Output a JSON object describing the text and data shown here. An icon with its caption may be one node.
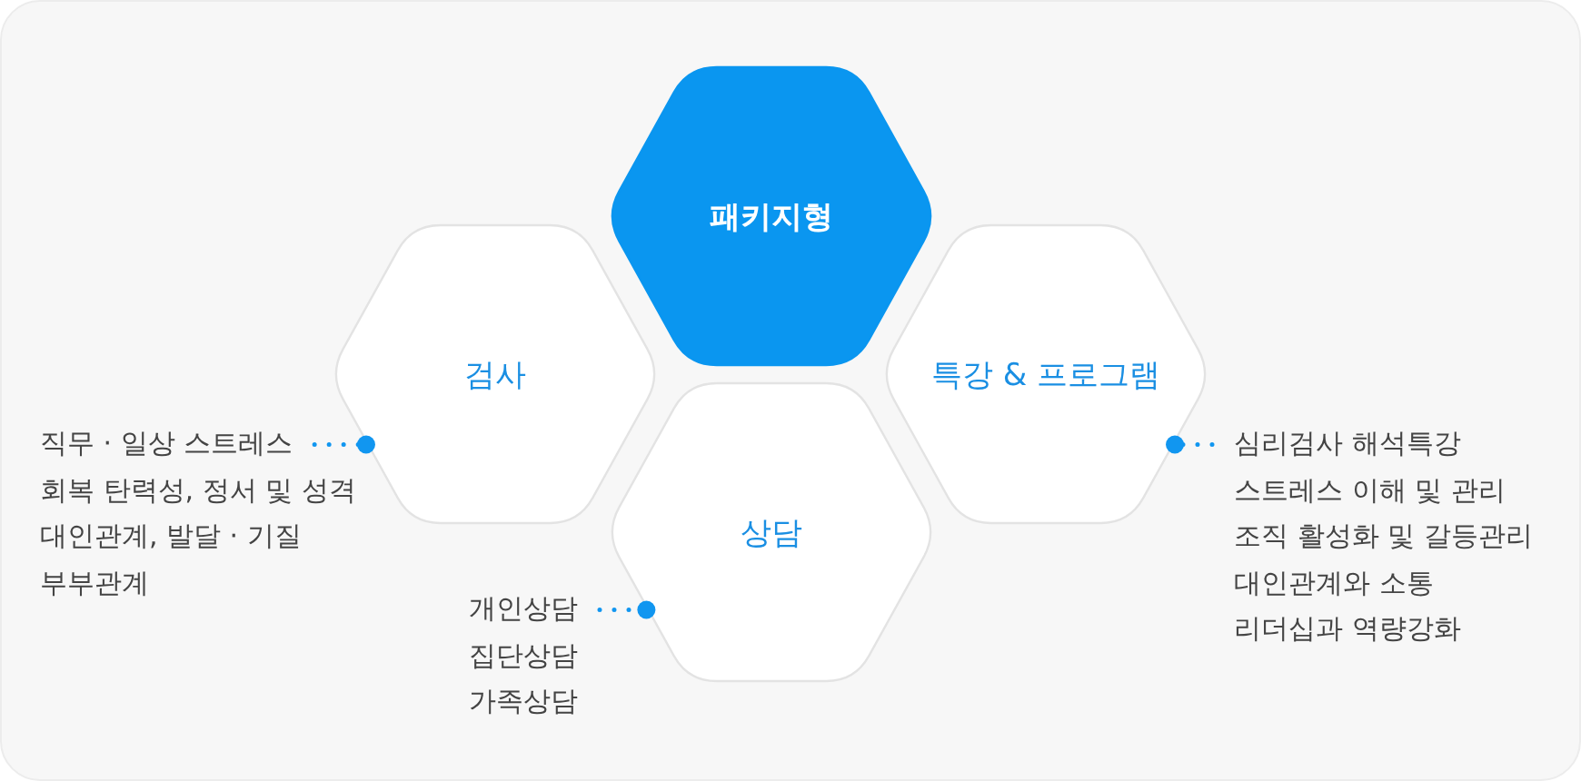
{
  "diagram": {
    "nodes": [
      {
        "text": [
          "패키지형"
        ]
      },
      {
        "text": [
          "검사"
        ]
      },
      {
        "text": [
          "특강 & 프로그램"
        ]
      },
      {
        "text": [
          "상담"
        ]
      },
      {
        "text": [
          "직무 · 일상 스트레스",
          "회복 탄력성, 정서 및 성격",
          "대인관계, 발달 · 기질",
          "부부관계"
        ]
      },
      {
        "text": [
          "개인상담",
          "집단상담",
          "가족상담"
        ]
      },
      {
        "text": [
          "심리검사 해석특강",
          "스트레스 이해 및 관리",
          "조직 활성화 및 갈등관리",
          "대인관계와 소통",
          "리더십과 역량강화"
        ]
      }
    ],
    "edges": [
      {
        "from": 4,
        "to": 1,
        "arrow": "other"
      },
      {
        "from": 5,
        "to": 3,
        "arrow": "other"
      },
      {
        "from": 6,
        "to": 2,
        "arrow": "other"
      }
    ]
  }
}
